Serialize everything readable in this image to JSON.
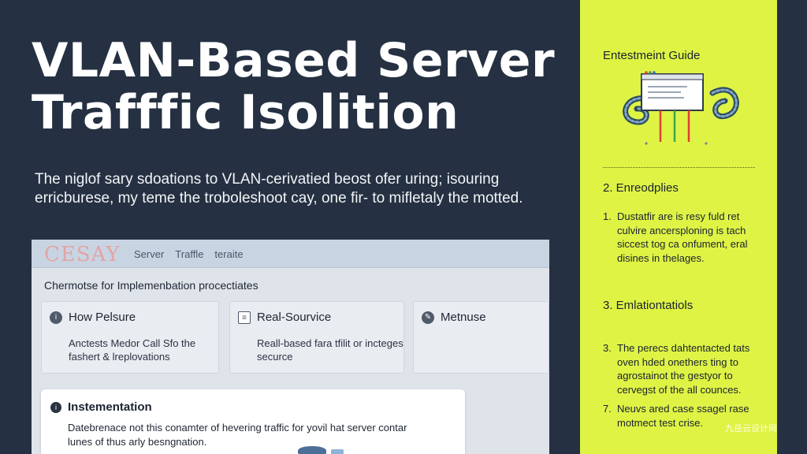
{
  "hero": {
    "title": "VLAN-Based Server\nTrafffic Isolition",
    "description": "The niglof sary sdoations to VLAN-cerivatied beost ofer uring; isouring erricburese, my teme the troboleshoot cay, one fir- to mifletaly the motted."
  },
  "app": {
    "logo_text": "CESAY",
    "nav": [
      "Server",
      "Traffle",
      "teraite"
    ],
    "heading": "Chermotse for Implemenbation procectiates",
    "cards": [
      {
        "icon": "info-icon",
        "title": "How Pelsure",
        "body": "Anctests Medor Call Sfo the fashert & lreplovations"
      },
      {
        "icon": "document-icon",
        "title": "Real-Sourvice",
        "body": "Reall-based fara tfilit or incteges securce"
      },
      {
        "icon": "compass-icon",
        "title": "Metnuse",
        "body": ""
      }
    ],
    "implementation": {
      "icon": "info-icon",
      "title": "Instementation",
      "body": "Datebrenace not this conamter of hevering traffic for yovil hat server contar lunes of thus arly besngnation."
    }
  },
  "guide": {
    "title": "Entestmeint Guide",
    "section2_heading": "2. Enreodplies",
    "section2_items": [
      {
        "num": "1.",
        "text": "Dustatfir are is resy fuld ret culvire ancersploning is tach siccest tog ca onfument, eral disines in thelages."
      }
    ],
    "section3_heading": "3. Emlationtatiols",
    "section3_items": [
      {
        "num": "3.",
        "text": "The perecs dahtentacted tats oven hded onethers ting to agrostainot the gestyor to cervegst of the all counces."
      },
      {
        "num": "7.",
        "text": "Neuvs ared case ssagel rase motmect test crise."
      }
    ]
  },
  "watermark": "九岳云设计网",
  "colors": {
    "background": "#253142",
    "panel_accent": "#dff345",
    "app_bg": "#dfe3ea"
  }
}
